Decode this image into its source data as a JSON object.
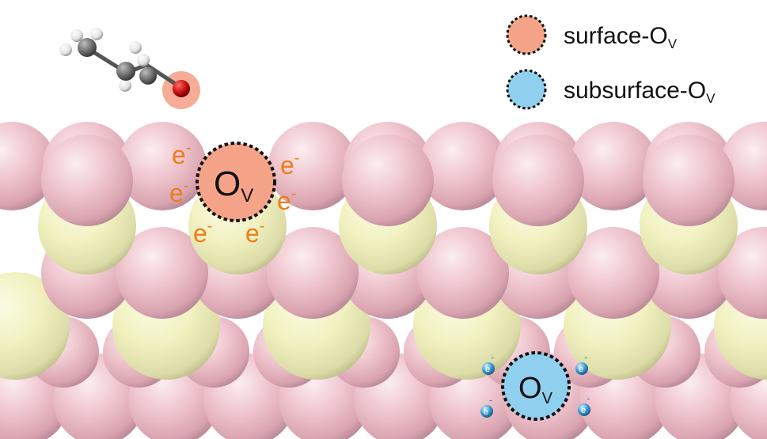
{
  "legend": {
    "surface_label": "surface-O",
    "surface_sub": "V",
    "subsurface_label": "subsurface-O",
    "subsurface_sub": "V"
  },
  "surface_vacancy": {
    "symbol": "O",
    "sub": "V",
    "electron": "e",
    "charge": "-"
  },
  "subsurface_vacancy": {
    "symbol": "O",
    "sub": "V",
    "electron": "e",
    "charge": "-"
  },
  "colors": {
    "surface_ov": "#f5a489",
    "subsurface_ov": "#8fd0ef",
    "electron_surface": "#ef7d1a",
    "electron_subsurface": "#2f8fc6",
    "atom_pink": "#f3c6d0",
    "atom_yellow": "#f2f2c0",
    "oxygen": "#cc1111"
  }
}
